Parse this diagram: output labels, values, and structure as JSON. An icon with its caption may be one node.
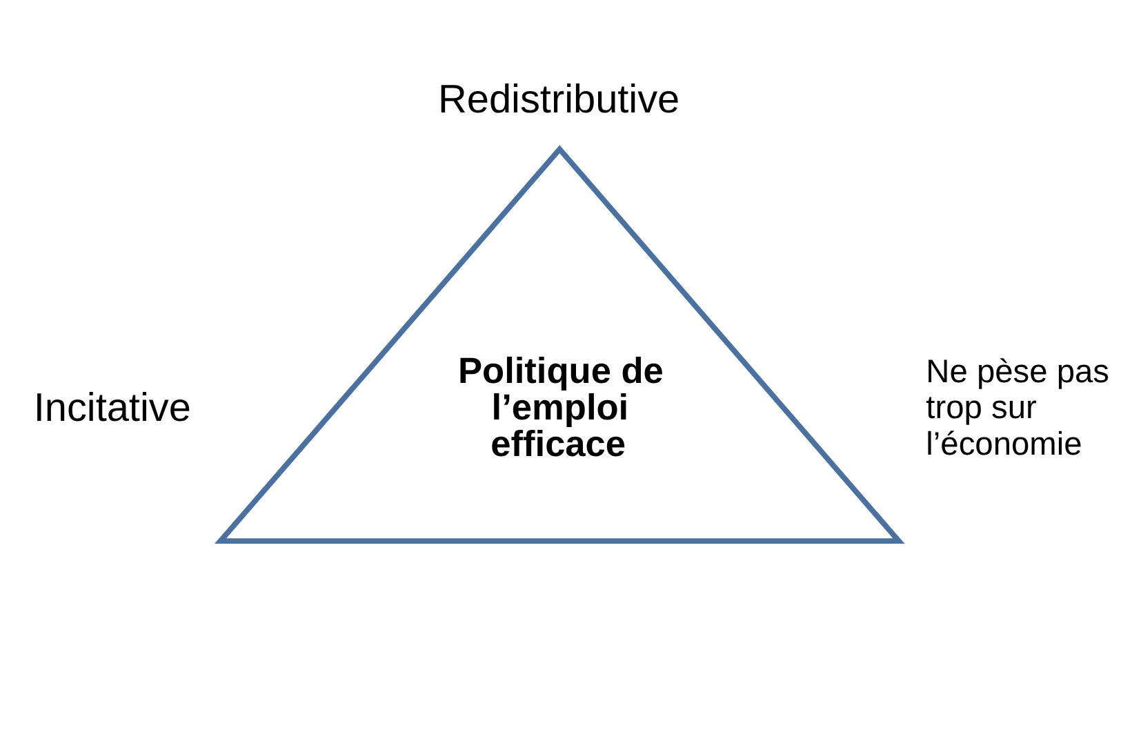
{
  "diagram": {
    "nodes": [
      {
        "text": [
          "Politique de l’emploi efficace"
        ]
      }
    ],
    "labels": [
      "Redistributive",
      "Incitative",
      "Ne pèse pas trop sur l’économie"
    ]
  }
}
